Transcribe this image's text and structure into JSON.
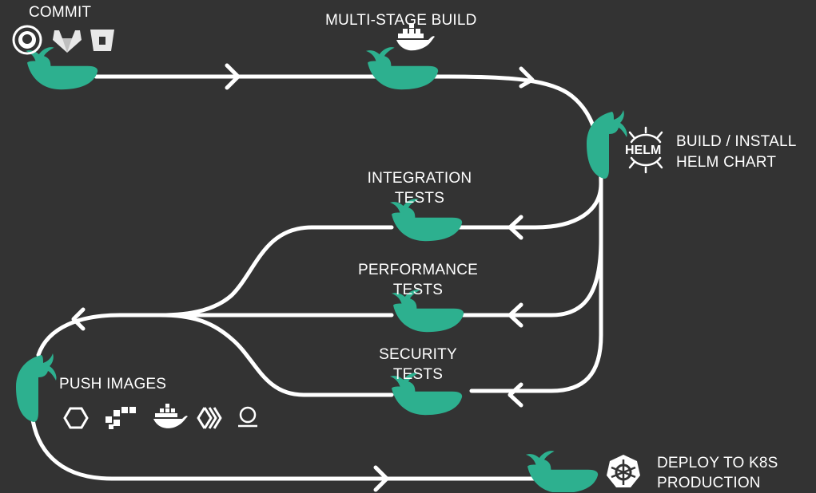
{
  "stages": {
    "commit": {
      "label": "COMMIT",
      "icons": [
        "github-icon",
        "gitlab-icon",
        "bitbucket-icon"
      ]
    },
    "build": {
      "label": "MULTI-STAGE BUILD",
      "icons": [
        "docker-icon"
      ]
    },
    "helm": {
      "label_line1": "BUILD / INSTALL",
      "label_line2": "HELM CHART",
      "badge": "HELM"
    },
    "integration": {
      "line1": "INTEGRATION",
      "line2": "TESTS"
    },
    "performance": {
      "line1": "PERFORMANCE",
      "line2": "TESTS"
    },
    "security": {
      "line1": "SECURITY",
      "line2": "TESTS"
    },
    "push": {
      "label": "PUSH IMAGES",
      "icons": [
        "hexagon-registry-icon",
        "container-blocks-icon",
        "docker-icon",
        "quay-icon",
        "registry-o-icon"
      ]
    },
    "deploy": {
      "label_line1": "DEPLOY TO K8S",
      "label_line2": "PRODUCTION",
      "icons": [
        "kubernetes-icon"
      ]
    }
  },
  "colors": {
    "background": "#333333",
    "whale": "#2db08f",
    "path": "#ffffff"
  }
}
